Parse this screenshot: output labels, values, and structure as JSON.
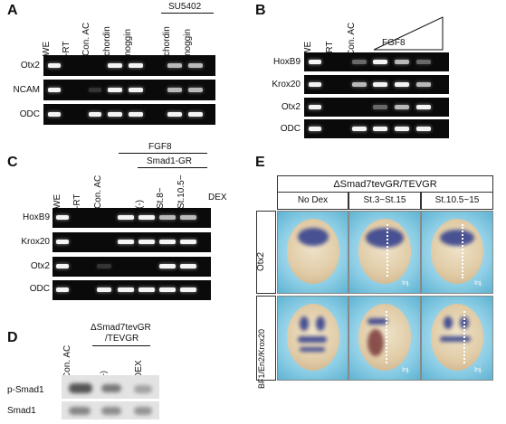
{
  "panels": {
    "A": {
      "letter": "A",
      "columns": [
        "WE",
        "-RT",
        "Con. AC",
        "chordin",
        "noggin",
        "chordin",
        "noggin"
      ],
      "group_label": "SU5402",
      "rows": [
        "Otx2",
        "NCAM",
        "ODC"
      ]
    },
    "B": {
      "letter": "B",
      "columns": [
        "WE",
        "-RT",
        "Con. AC"
      ],
      "gradient_label": "FGF8",
      "rows": [
        "HoxB9",
        "Krox20",
        "Otx2",
        "ODC"
      ]
    },
    "C": {
      "letter": "C",
      "columns": [
        "WE",
        "-RT",
        "Con. AC",
        "(-)",
        "St.8~",
        "St.10.5~",
        "DEX"
      ],
      "top_label": "FGF8",
      "second_label": "Smad1-GR",
      "rows": [
        "HoxB9",
        "Krox20",
        "Otx2",
        "ODC"
      ]
    },
    "D": {
      "letter": "D",
      "header_line1": "ΔSmad7tevGR",
      "header_line2": "/TEVGR",
      "columns": [
        "Con. AC",
        "(-)",
        "DEX"
      ],
      "rows": [
        "p-Smad1",
        "Smad1"
      ]
    },
    "E": {
      "letter": "E",
      "header": "ΔSmad7tevGR/TEVGR",
      "columns": [
        "No Dex",
        "St.3~St.15",
        "St.10.5~15"
      ],
      "rows": [
        "Otx2",
        "BF1/En2/Krox20"
      ],
      "inj_label": "Inj."
    }
  }
}
